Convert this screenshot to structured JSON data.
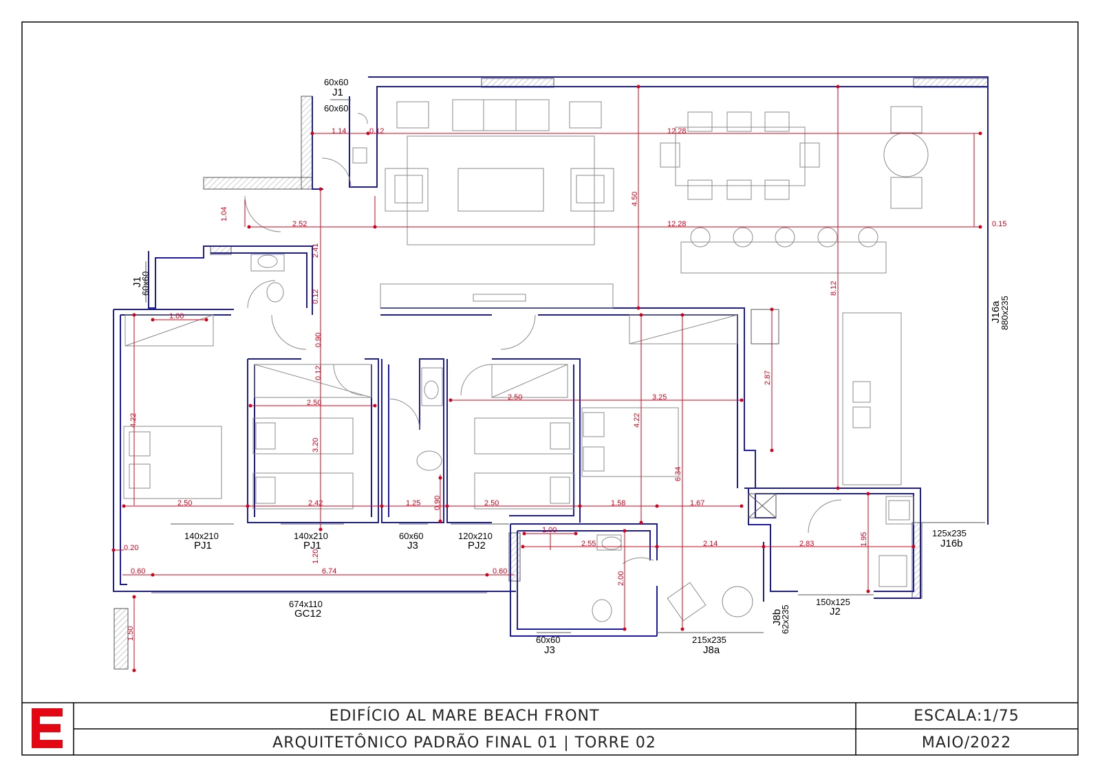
{
  "title_block": {
    "building": "EDIFÍCIO AL MARE BEACH FRONT",
    "subtitle": "ARQUITETÔNICO PADRÃO FINAL 01 | TORRE 02",
    "scale": "ESCALA:1/75",
    "date": "MAIO/2022",
    "logo_letter": "E"
  },
  "colors": {
    "wall": "#1a1aa6",
    "dimension": "#d4001a",
    "furniture": "#8a8a8a",
    "logo": "#e30613"
  },
  "openings": {
    "j1_top_size": "60x60",
    "j1_top_code": "J1",
    "j1_top_inner_size": "60x60",
    "j1_left_code": "J1",
    "j1_left_size": "60x60",
    "j16a_code": "J16a",
    "j16a_size": "880x235",
    "j16b_size": "125x235",
    "j16b_code": "J16b",
    "pj1a_size": "140x210",
    "pj1a_code": "PJ1",
    "pj1b_size": "140x210",
    "pj1b_code": "PJ1",
    "j3a_size": "60x60",
    "j3a_code": "J3",
    "pj2_size": "120x210",
    "pj2_code": "PJ2",
    "gc12_size": "674x110",
    "gc12_code": "GC12",
    "j3b_size": "60x60",
    "j3b_code": "J3",
    "j8a_size": "215x235",
    "j8a_code": "J8a",
    "j8b_code": "J8b",
    "j8b_size": "62x235",
    "j2_size": "150x125",
    "j2_code": "J2"
  },
  "dimensions": {
    "d_1_14": "1.14",
    "d_0_12_top": "0.12",
    "d_12_28_a": "12.28",
    "d_12_28_b": "12.28",
    "d_2_52": "2.52",
    "d_0_15": "0.15",
    "d_1_04": "1.04",
    "d_2_41": "2.41",
    "d_4_50": "4.50",
    "d_0_12_mid": "0.12",
    "d_8_12": "8.12",
    "d_1_00_a": "1.00",
    "d_0_90_a": "0.90",
    "d_0_12_low": "0.12",
    "d_2_87": "2.87",
    "d_4_22_a": "4.22",
    "d_2_50_a": "2.50",
    "d_2_50_b": "2.50",
    "d_3_25": "3.25",
    "d_4_22_b": "4.22",
    "d_3_20": "3.20",
    "d_6_34": "6.34",
    "d_2_50_c": "2.50",
    "d_2_42": "2.42",
    "d_1_25": "1.25",
    "d_0_90_b": "0.90",
    "d_2_50_d": "2.50",
    "d_1_58": "1.58",
    "d_1_67": "1.67",
    "d_1_00_b": "1.00",
    "d_0_20": "0.20",
    "d_2_55": "2.55",
    "d_2_14": "2.14",
    "d_2_83": "2.83",
    "d_1_95": "1.95",
    "d_0_60_a": "0.60",
    "d_6_74": "6.74",
    "d_0_60_b": "0.60",
    "d_1_20": "1.20",
    "d_2_00": "2.00",
    "d_1_50": "1.50"
  }
}
